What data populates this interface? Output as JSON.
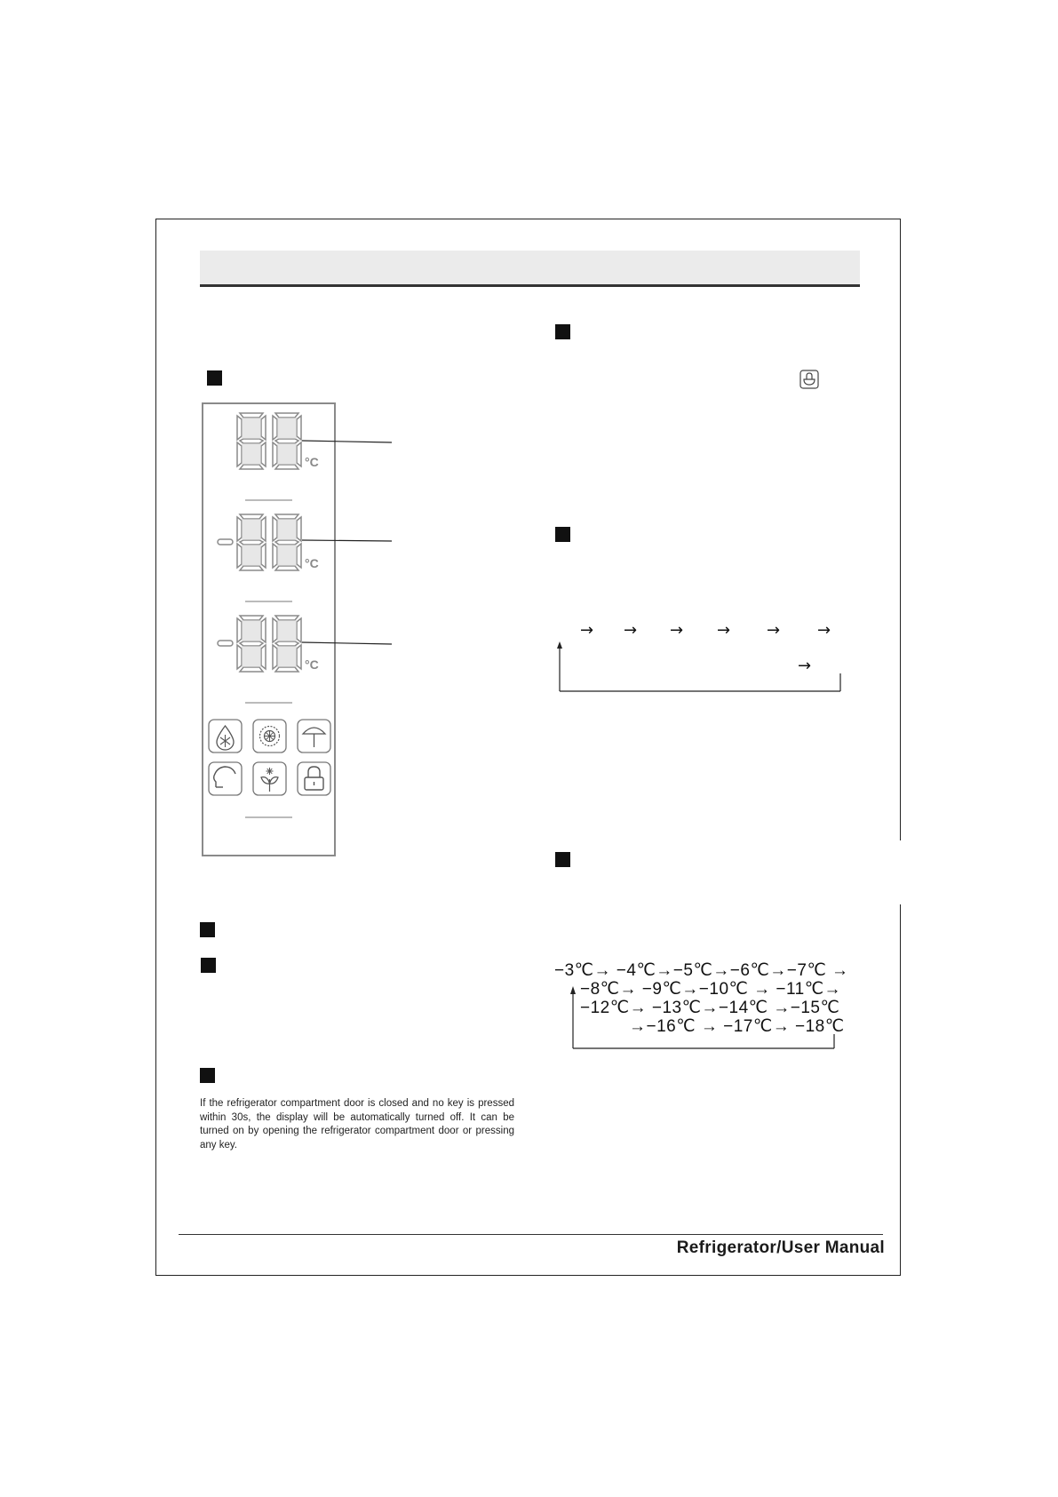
{
  "document": {
    "footer_title": "Refrigerator/User Manual",
    "display_note": "If the refrigerator compartment door is closed and no key is pressed within 30s, the display will be automatically turned off. It can be turned on by opening the refrigerator compartment door or pressing any key."
  },
  "display_panel": {
    "digit_placeholder": "88",
    "degree_unit": "°C",
    "minus_sign": "−"
  },
  "freezer_sequence": {
    "line1": "−3℃→ −4℃→−5℃→−6℃→−7℃ →",
    "line2": "−8℃→ −9℃→−10℃ → −11℃→",
    "line3": "−12℃→ −13℃→−14℃ →−15℃",
    "line4": "→−16℃ → −17℃→ −18℃"
  },
  "arrow_glyph": "→"
}
